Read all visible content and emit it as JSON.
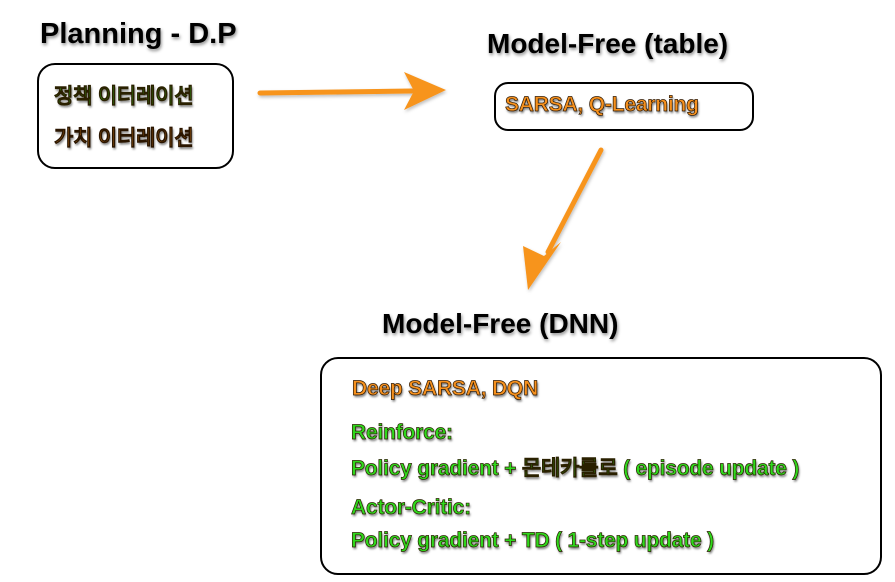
{
  "planning": {
    "title": "Planning - D.P",
    "items": [
      "정책 이터레이션",
      "가치 이터레이션"
    ]
  },
  "model_free_table": {
    "title": "Model-Free (table)",
    "items": [
      "SARSA, Q-Learning"
    ]
  },
  "model_free_dnn": {
    "title": "Model-Free (DNN)",
    "dqn_line": "Deep SARSA, DQN",
    "reinforce_label": "Reinforce:",
    "reinforce_detail": "Policy gradient + 몬테카를로 ( episode update )",
    "actor_critic_label": "Actor-Critic:",
    "actor_critic_detail": "Policy gradient + TD ( 1-step update )"
  },
  "colors": {
    "green_text": "#2fd81c",
    "orange_text": "#f6911e",
    "arrow": "#f7941d"
  }
}
